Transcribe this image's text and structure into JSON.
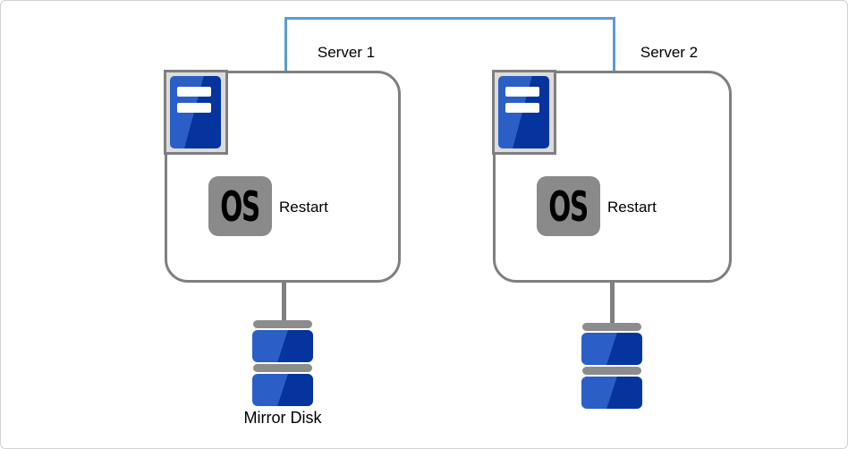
{
  "servers": [
    {
      "label": "Server 1",
      "os_badge": "OS",
      "action": "Restart"
    },
    {
      "label": "Server 2",
      "os_badge": "OS",
      "action": "Restart"
    }
  ],
  "disk": {
    "label": "Mirror Disk"
  },
  "colors": {
    "heartbeat_link": "#5b9bd5",
    "node_border_gray": "#7f7f7f",
    "icon_frame_fill": "#dcdcdc",
    "server_blue_light": "#2b5fc7",
    "server_blue_dark": "#06349e",
    "os_badge_gray": "#8a8a8a",
    "disk_bar_gray": "#8c8c8c",
    "outer_frame_border": "#d2d2d2",
    "background": "#ffffff",
    "text": "#000000"
  }
}
